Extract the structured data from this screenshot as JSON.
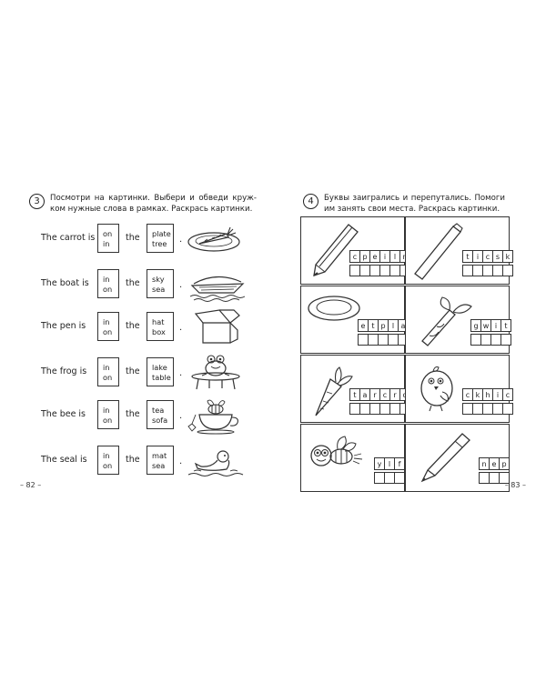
{
  "left_page": {
    "task_number": "3",
    "instruction": "Посмотри на картинки. Выбери и обведи круж-ком нужные слова в рамках. Раскрась картинки.",
    "rows": [
      {
        "subject": "The carrot",
        "verb": "is",
        "prep1": "on",
        "prep2": "in",
        "article": "the",
        "noun1": "plate",
        "noun2": "tree",
        "picture": "carrot-on-plate-icon"
      },
      {
        "subject": "The boat",
        "verb": "is",
        "prep1": "in",
        "prep2": "on",
        "article": "the",
        "noun1": "sky",
        "noun2": "sea",
        "picture": "boat-icon"
      },
      {
        "subject": "The pen",
        "verb": "is",
        "prep1": "in",
        "prep2": "on",
        "article": "the",
        "noun1": "hat",
        "noun2": "box",
        "picture": "box-icon"
      },
      {
        "subject": "The frog",
        "verb": "is",
        "prep1": "in",
        "prep2": "on",
        "article": "the",
        "noun1": "lake",
        "noun2": "table",
        "picture": "frog-on-table-icon"
      },
      {
        "subject": "The bee",
        "verb": "is",
        "prep1": "in",
        "prep2": "on",
        "article": "the",
        "noun1": "tea",
        "noun2": "sofa",
        "picture": "bee-in-teacup-icon"
      },
      {
        "subject": "The seal",
        "verb": "is",
        "prep1": "in",
        "prep2": "on",
        "article": "the",
        "noun1": "mat",
        "noun2": "sea",
        "picture": "seal-icon"
      }
    ],
    "punctuation": ".",
    "page_number": "– 82 –"
  },
  "right_page": {
    "task_number": "4",
    "instruction": "Буквы заигрались и перепутались. Помоги им занять свои места. Раскрась картинки.",
    "cards": [
      {
        "letters": [
          "c",
          "p",
          "e",
          "i",
          "l",
          "n"
        ],
        "answer_length": 6,
        "picture": "pencil-icon"
      },
      {
        "letters": [
          "t",
          "i",
          "c",
          "s",
          "k"
        ],
        "answer_length": 5,
        "picture": "stick-icon"
      },
      {
        "letters": [
          "e",
          "t",
          "p",
          "l",
          "a"
        ],
        "answer_length": 5,
        "picture": "plate-icon"
      },
      {
        "letters": [
          "g",
          "w",
          "i",
          "t"
        ],
        "answer_length": 4,
        "picture": "twig-icon"
      },
      {
        "letters": [
          "t",
          "a",
          "r",
          "c",
          "r",
          "o"
        ],
        "answer_length": 6,
        "picture": "carrot-icon"
      },
      {
        "letters": [
          "c",
          "k",
          "h",
          "i",
          "c"
        ],
        "answer_length": 5,
        "picture": "chick-icon"
      },
      {
        "letters": [
          "y",
          "l",
          "f"
        ],
        "answer_length": 3,
        "picture": "fly-icon"
      },
      {
        "letters": [
          "n",
          "e",
          "p"
        ],
        "answer_length": 3,
        "picture": "pen-icon"
      }
    ],
    "page_number": "– 83 –"
  }
}
